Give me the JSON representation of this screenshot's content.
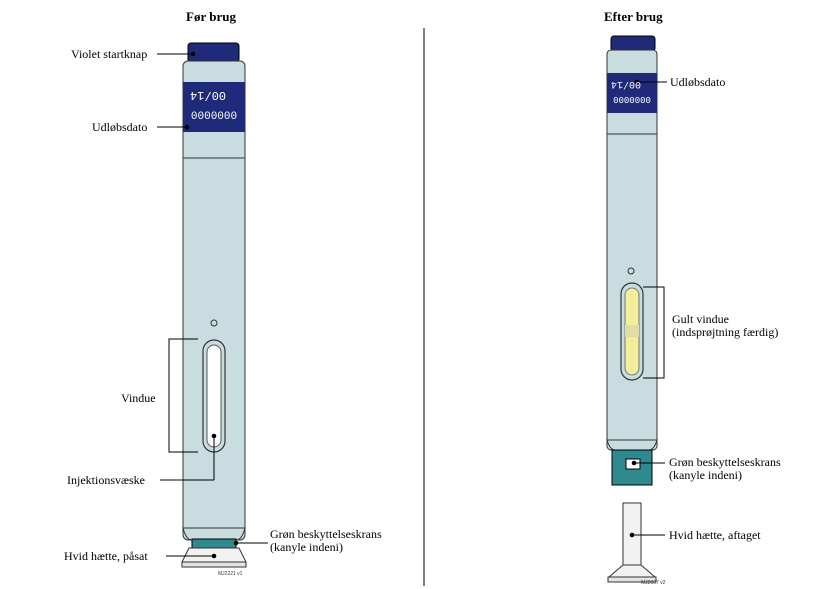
{
  "before": {
    "title": "Før brug",
    "labels": {
      "start_button": "Violet startknap",
      "expiry": "Udløbsdato",
      "window": "Vindue",
      "liquid": "Injektionsvæske",
      "green_collar_1": "Grøn beskyttelseskrans",
      "green_collar_2": "(kanyle indeni)",
      "white_cap": "Hvid hætte, påsat"
    },
    "pen_date": "00/14",
    "pen_lot": "0000000",
    "code": "MJ2221 v1"
  },
  "after": {
    "title": "Efter brug",
    "labels": {
      "expiry": "Udløbsdato",
      "yellow_window_1": "Gult vindue",
      "yellow_window_2": "(indsprøjtning færdig)",
      "green_collar_1": "Grøn beskyttelseskrans",
      "green_collar_2": "(kanyle indeni)",
      "white_cap": "Hvid hætte, aftaget"
    },
    "pen_date": "00/14",
    "pen_lot": "0000000",
    "code": "MJ2007 v2"
  },
  "colors": {
    "pen_body": "#c9dde1",
    "violet_band": "#1f2a7a",
    "teal_collar": "#2f8a8f",
    "yellow_window": "#f2ee9a"
  }
}
